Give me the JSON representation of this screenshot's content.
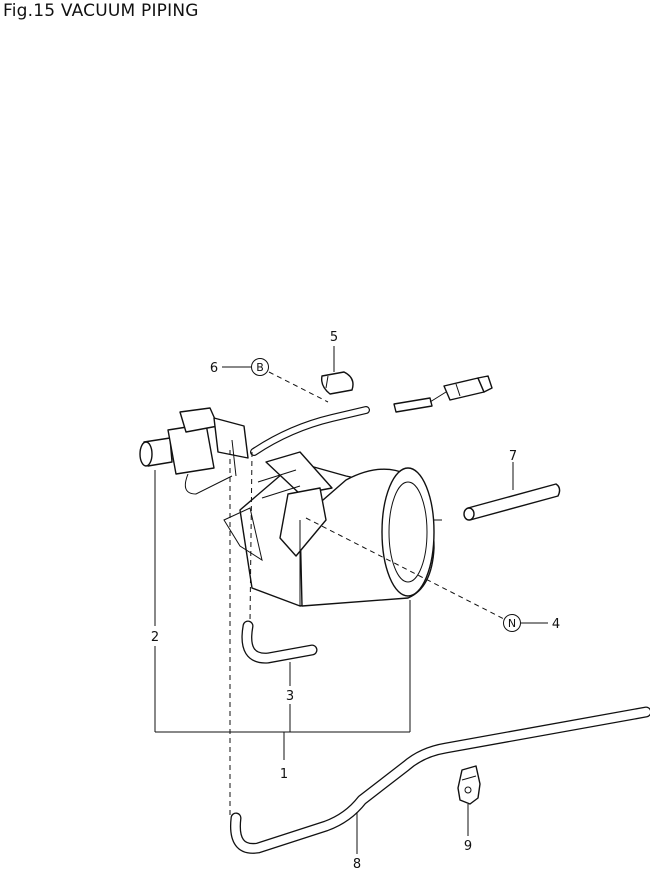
{
  "title": "Fig.15 VACUUM PIPING",
  "callouts": [
    "1",
    "2",
    "3",
    "4",
    "5",
    "6",
    "7",
    "8",
    "9"
  ],
  "symbols": {
    "b": "B",
    "n": "N"
  },
  "colors": {
    "line": "#111111",
    "background": "#ffffff"
  }
}
